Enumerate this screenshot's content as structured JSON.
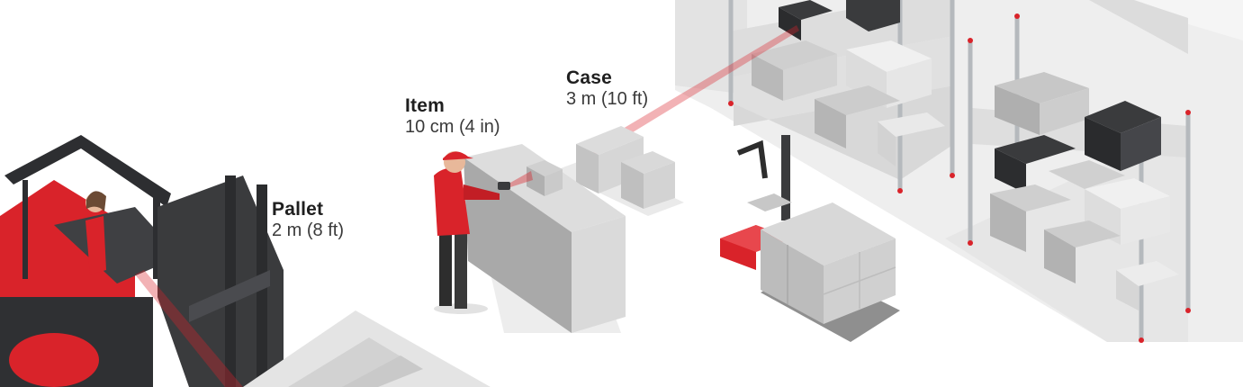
{
  "labels": {
    "pallet": {
      "title": "Pallet",
      "distance": "2 m (8 ft)"
    },
    "item": {
      "title": "Item",
      "distance": "10 cm (4 in)"
    },
    "case": {
      "title": "Case",
      "distance": "3 m (10 ft)"
    }
  },
  "colors": {
    "accent_red": "#d9232a",
    "box_gray": "#d2d2d2",
    "rack_gray": "#bfc3c7",
    "floor_gray": "#efefef",
    "dark_box": "#3a3b3d"
  }
}
